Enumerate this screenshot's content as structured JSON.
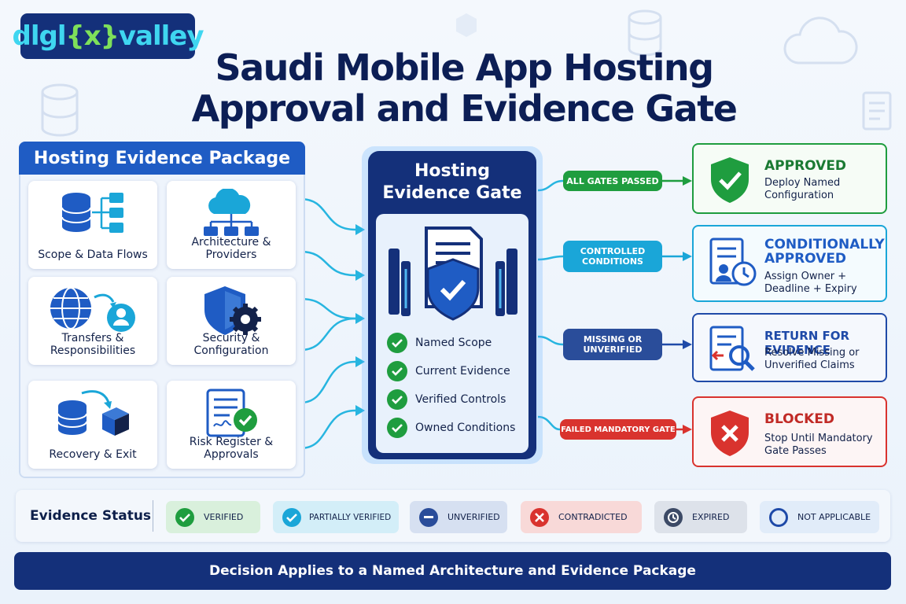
{
  "logo": {
    "part1": "dlgl",
    "part2": "{x}",
    "part3": "valley"
  },
  "title": {
    "line1": "Saudi Mobile App Hosting",
    "line2": "Approval and Evidence Gate"
  },
  "package": {
    "heading": "Hosting Evidence Package",
    "cards": [
      {
        "label": "Scope & Data Flows",
        "icon": "database-flow-icon"
      },
      {
        "label": "Architecture & Providers",
        "icon": "cloud-network-icon"
      },
      {
        "label": "Transfers & Responsibilities",
        "icon": "globe-user-icon"
      },
      {
        "label": "Security & Configuration",
        "icon": "shield-gear-icon"
      },
      {
        "label": "Recovery & Exit",
        "icon": "database-box-icon"
      },
      {
        "label": "Risk Register & Approvals",
        "icon": "document-check-icon"
      }
    ]
  },
  "gate": {
    "title": "Hosting Evidence Gate",
    "checks": [
      "Named Scope",
      "Current Evidence",
      "Verified Controls",
      "Owned Conditions"
    ]
  },
  "decisions": [
    {
      "pill": "ALL GATES PASSED",
      "heading": "APPROVED",
      "desc1": "Deploy Named",
      "desc2": "Configuration",
      "color": "#1f9d3f"
    },
    {
      "pill": "CONTROLLED CONDITIONS",
      "heading": "CONDITIONALLY APPROVED",
      "desc1": "Assign Owner +",
      "desc2": "Deadline + Expiry",
      "color": "#1aa6d8"
    },
    {
      "pill": "MISSING OR UNVERIFIED",
      "heading": "RETURN FOR EVIDENCE",
      "desc1": "Resolve Missing or",
      "desc2": "Unverified Claims",
      "color": "#1f4aa8"
    },
    {
      "pill": "FAILED MANDATORY GATE",
      "heading": "BLOCKED",
      "desc1": "Stop Until Mandatory",
      "desc2": "Gate Passes",
      "color": "#d9332e"
    }
  ],
  "status": {
    "label": "Evidence Status",
    "items": [
      {
        "label": "VERIFIED",
        "icon": "check-icon",
        "bg": "#d9f0dc",
        "ic": "#1f9d3f"
      },
      {
        "label": "PARTIALLY VERIFIED",
        "icon": "check-icon",
        "bg": "#d3eef8",
        "ic": "#1aa6d8"
      },
      {
        "label": "UNVERIFIED",
        "icon": "minus-icon",
        "bg": "#d6e0f1",
        "ic": "#2a4d9a"
      },
      {
        "label": "CONTRADICTED",
        "icon": "x-icon",
        "bg": "#f8d9d8",
        "ic": "#d9332e"
      },
      {
        "label": "EXPIRED",
        "icon": "clock-icon",
        "bg": "#dde2ea",
        "ic": "#3c4a66"
      },
      {
        "label": "NOT APPLICABLE",
        "icon": "circle-icon",
        "bg": "#e1ecf9",
        "ic": "#1f4aa8"
      }
    ]
  },
  "footer": "Decision Applies to a Named Architecture and Evidence Package"
}
